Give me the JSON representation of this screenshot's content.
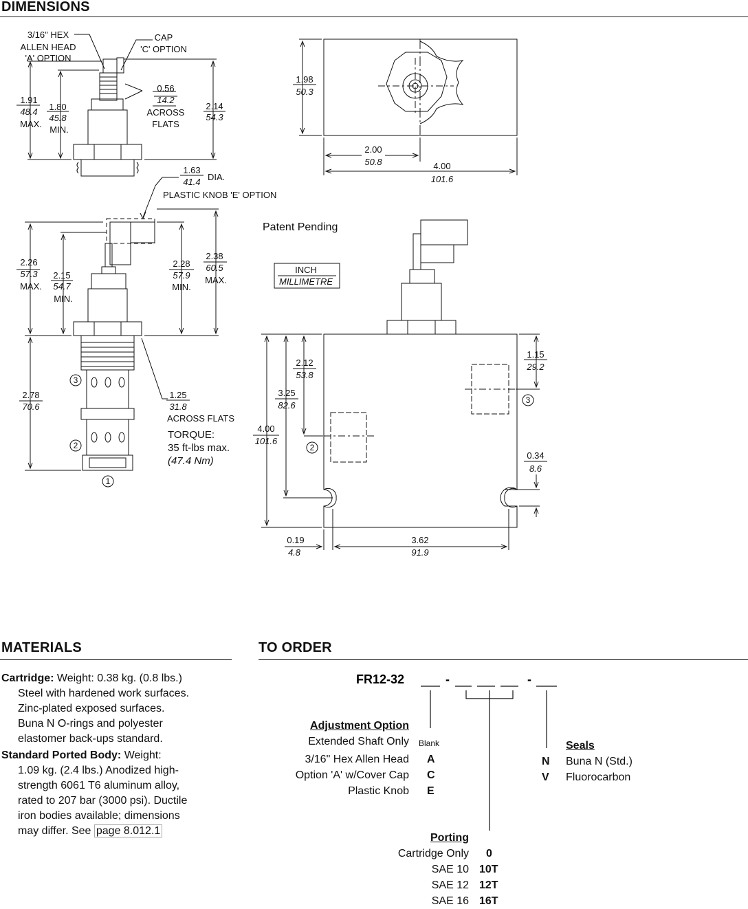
{
  "headings": {
    "dimensions": "DIMENSIONS",
    "materials": "MATERIALS",
    "to_order": "TO ORDER"
  },
  "drawing": {
    "hex_allen": [
      "3/16\" HEX",
      "ALLEN HEAD",
      "'A' OPTION"
    ],
    "cap": [
      "CAP",
      "'C' OPTION"
    ],
    "across_flats_056": {
      "inch": "0.56",
      "mm": "14.2",
      "lines": [
        "ACROSS",
        "FLATS"
      ]
    },
    "d191": {
      "inch": "1.91",
      "mm": "48.4",
      "note": "MAX."
    },
    "d180": {
      "inch": "1.80",
      "mm": "45.8",
      "note": "MIN."
    },
    "d214": {
      "inch": "2.14",
      "mm": "54.3"
    },
    "d198": {
      "inch": "1.98",
      "mm": "50.3"
    },
    "d200": {
      "inch": "2.00",
      "mm": "50.8"
    },
    "d400w": {
      "inch": "4.00",
      "mm": "101.6"
    },
    "knob_dia": {
      "inch": "1.63",
      "mm": "41.4",
      "note": "DIA.",
      "label": "PLASTIC KNOB 'E' OPTION"
    },
    "patent": "Patent Pending",
    "legend": {
      "inch": "INCH",
      "mm": "MILLIMETRE"
    },
    "d226": {
      "inch": "2.26",
      "mm": "57.3",
      "note": "MAX."
    },
    "d215": {
      "inch": "2.15",
      "mm": "54.7",
      "note": "MIN."
    },
    "d228": {
      "inch": "2.28",
      "mm": "57.9",
      "note": "MIN."
    },
    "d238": {
      "inch": "2.38",
      "mm": "60.5",
      "note": "MAX."
    },
    "d278": {
      "inch": "2.78",
      "mm": "70.6"
    },
    "across_flats_125": {
      "inch": "1.25",
      "mm": "31.8",
      "label": "ACROSS FLATS"
    },
    "torque": [
      "TORQUE:",
      "35 ft-lbs max.",
      "(47.4 Nm)"
    ],
    "d212": {
      "inch": "2.12",
      "mm": "53.8"
    },
    "d325": {
      "inch": "3.25",
      "mm": "82.6"
    },
    "d400h": {
      "inch": "4.00",
      "mm": "101.6"
    },
    "d115": {
      "inch": "1.15",
      "mm": "29.2"
    },
    "d034": {
      "inch": "0.34",
      "mm": "8.6"
    },
    "d019": {
      "inch": "0.19",
      "mm": "4.8"
    },
    "d362": {
      "inch": "3.62",
      "mm": "91.9"
    },
    "ports": [
      "1",
      "2",
      "3"
    ]
  },
  "materials": {
    "cartridge_label": "Cartridge:",
    "cartridge_first": "Weight: 0.38 kg. (0.8 lbs.)",
    "cartridge_lines": [
      "Steel with hardened work surfaces.",
      "Zinc-plated exposed surfaces.",
      "Buna N O-rings and polyester",
      "elastomer back-ups standard."
    ],
    "body_label": "Standard Ported Body:",
    "body_first": "Weight:",
    "body_lines": [
      "1.09 kg. (2.4 lbs.) Anodized high-",
      "strength 6061 T6 aluminum alloy,",
      "rated to 207 bar (3000 psi). Ductile",
      "iron bodies available; dimensions"
    ],
    "body_last_prefix": "may differ. See ",
    "body_link": "page 8.012.1"
  },
  "order": {
    "model": "FR12-32",
    "adjustment": {
      "heading": "Adjustment Option",
      "rows": [
        {
          "label": "Extended Shaft Only",
          "code": "Blank"
        },
        {
          "label": "3/16\" Hex Allen Head",
          "code": "A"
        },
        {
          "label": "Option 'A' w/Cover Cap",
          "code": "C"
        },
        {
          "label": "Plastic Knob",
          "code": "E"
        }
      ]
    },
    "seals": {
      "heading": "Seals",
      "rows": [
        {
          "code": "N",
          "label": "Buna N (Std.)"
        },
        {
          "code": "V",
          "label": "Fluorocarbon"
        }
      ]
    },
    "porting": {
      "heading": "Porting",
      "rows": [
        {
          "label": "Cartridge Only",
          "code": "0"
        },
        {
          "label": "SAE 10",
          "code": "10T"
        },
        {
          "label": "SAE 12",
          "code": "12T"
        },
        {
          "label": "SAE 16",
          "code": "16T"
        }
      ]
    }
  }
}
